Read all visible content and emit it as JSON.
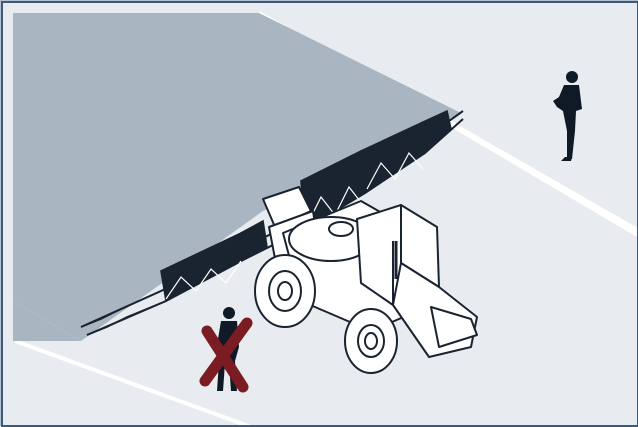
{
  "scene": {
    "subject": "tractor-sprayer-safety-illustration",
    "colors": {
      "ground": "#e8ebef",
      "sprayed_area": "#a9b6c1",
      "road_lines": "#ffffff",
      "outline": "#1a2330",
      "figure": "#0f1a26",
      "tractor_fill": "#ffffff",
      "warning_cross": "#7b1b22",
      "border": "#3d5a7a"
    },
    "figures": [
      {
        "role": "safe-bystander",
        "marked_wrong": false
      },
      {
        "role": "unsafe-bystander",
        "marked_wrong": true
      }
    ]
  }
}
